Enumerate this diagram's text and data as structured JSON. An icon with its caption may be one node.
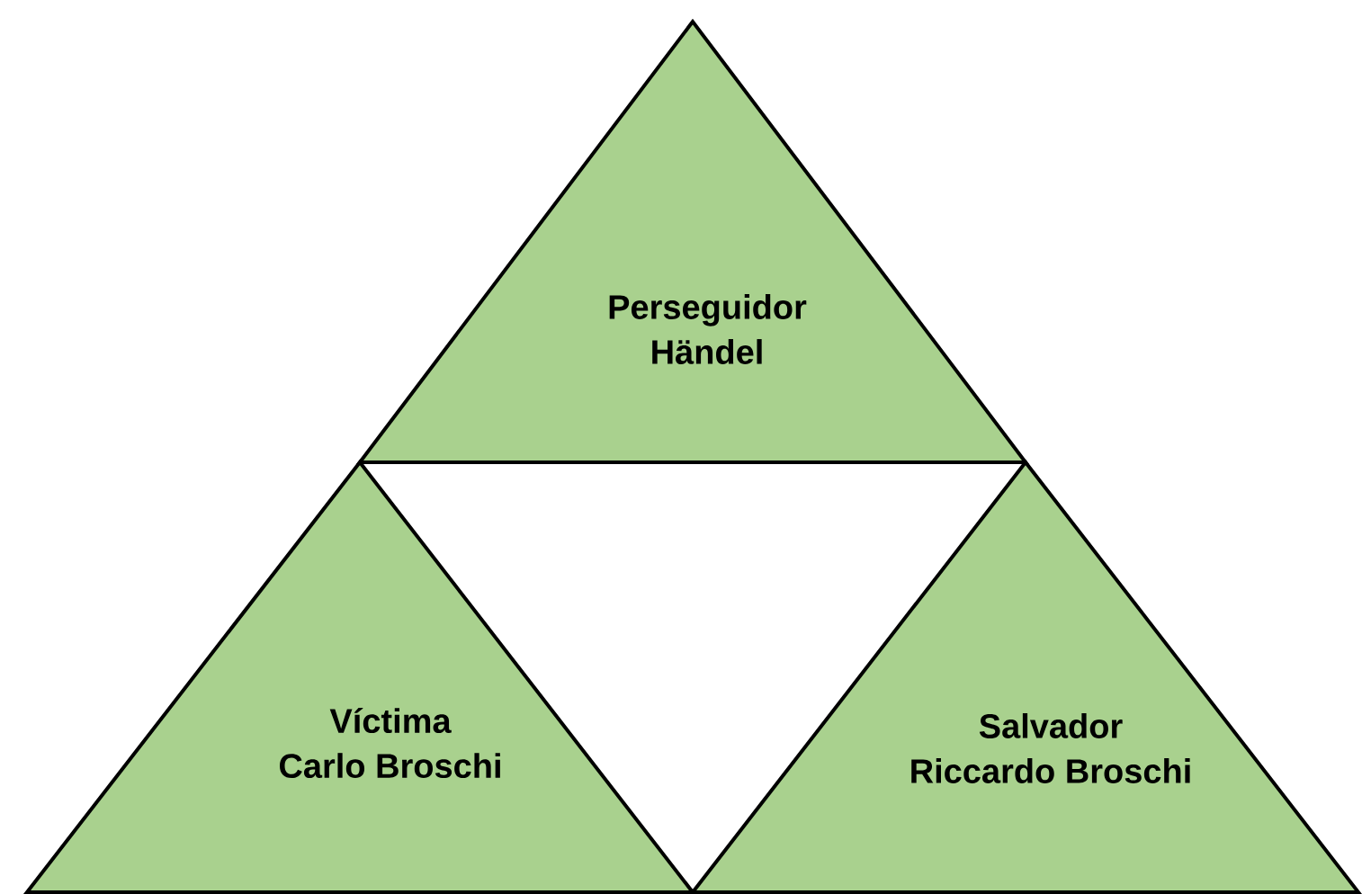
{
  "diagram": {
    "nodes": [
      {
        "text": [
          "Perseguidor",
          "Händel"
        ]
      },
      {
        "text": [
          "Víctima",
          "Carlo Broschi"
        ]
      },
      {
        "text": [
          "Salvador",
          "Riccardo Broschi"
        ]
      }
    ]
  }
}
